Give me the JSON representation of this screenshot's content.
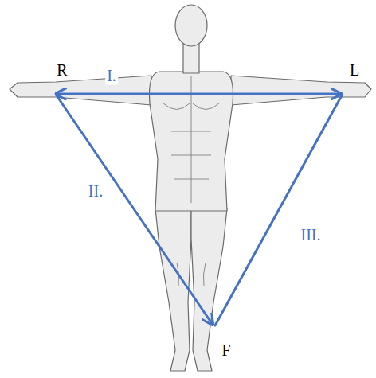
{
  "diagram": {
    "labels": [
      "R",
      "I.",
      "L",
      "II.",
      "III.",
      "F"
    ]
  }
}
